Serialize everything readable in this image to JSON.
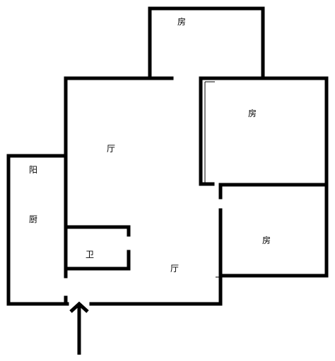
{
  "floorplan": {
    "rooms": {
      "bedroom_top": "房",
      "bedroom_right_upper": "房",
      "bedroom_right_lower": "房",
      "living_room_upper": "厅",
      "living_room_lower": "厅",
      "balcony": "阳",
      "kitchen": "厨",
      "bathroom": "卫"
    },
    "colors": {
      "wall": "#000000",
      "background": "#ffffff"
    },
    "entrance_marker": "arrow-up-icon"
  }
}
